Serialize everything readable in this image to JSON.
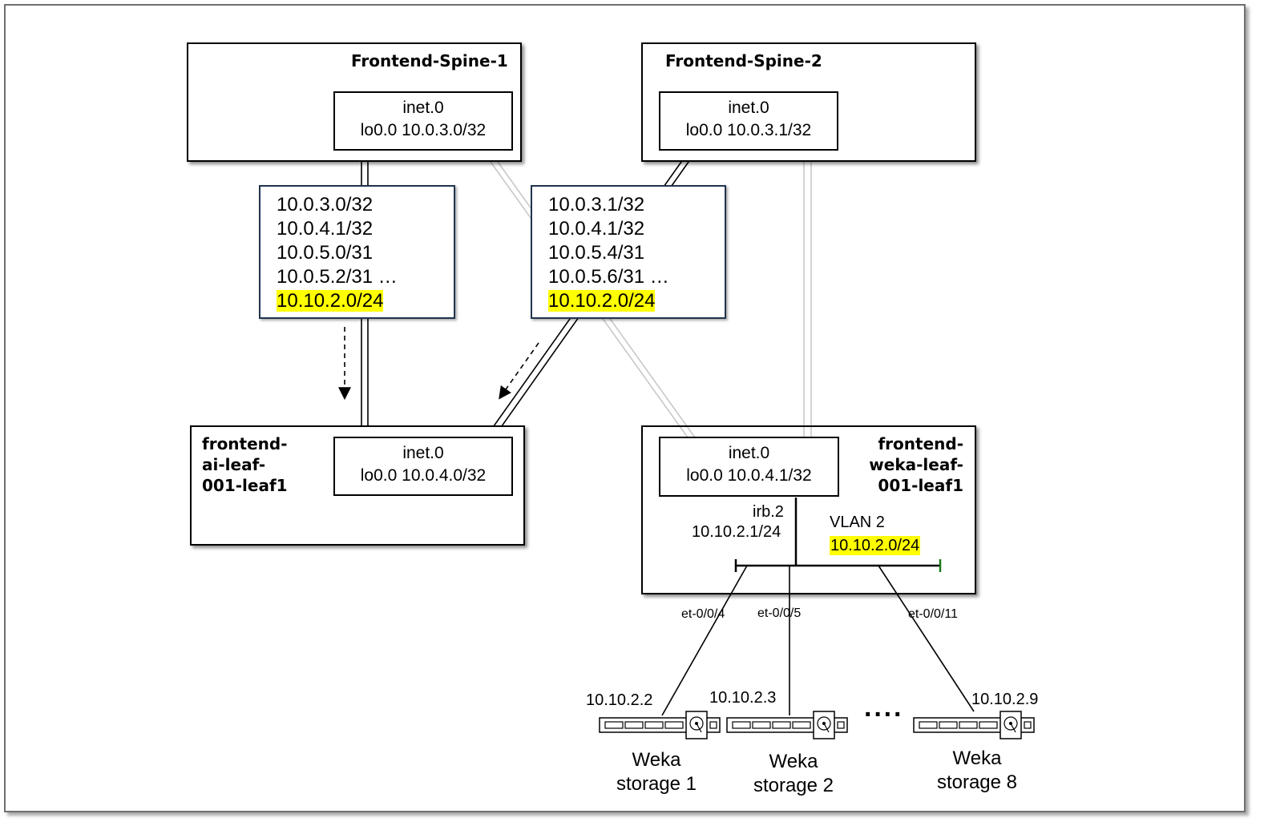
{
  "spines": [
    {
      "name": "Frontend-Spine-1",
      "rib": "inet.0",
      "loopback": "lo0.0 10.0.3.0/32"
    },
    {
      "name": "Frontend-Spine-2",
      "rib": "inet.0",
      "loopback": "lo0.0 10.0.3.1/32"
    }
  ],
  "route_tables": [
    {
      "routes": [
        "10.0.3.0/32",
        "10.0.4.1/32",
        "10.0.5.0/31",
        "10.0.5.2/31 …"
      ],
      "highlight": "10.10.2.0/24"
    },
    {
      "routes": [
        "10.0.3.1/32",
        "10.0.4.1/32",
        "10.0.5.4/31",
        "10.0.5.6/31 …"
      ],
      "highlight": "10.10.2.0/24"
    }
  ],
  "leaves": [
    {
      "name_lines": [
        "frontend-",
        "ai-leaf-",
        "001-leaf1"
      ],
      "rib": "inet.0",
      "loopback": "lo0.0 10.0.4.0/32"
    },
    {
      "name_lines": [
        "frontend-",
        "weka-leaf-",
        "001-leaf1"
      ],
      "rib": "inet.0",
      "loopback": "lo0.0 10.0.4.1/32"
    }
  ],
  "irb": {
    "name": "irb.2",
    "address": "10.10.2.1/24"
  },
  "vlan": {
    "name": "VLAN 2",
    "subnet": "10.10.2.0/24"
  },
  "ports": [
    "et-0/0/4",
    "et-0/0/5",
    "et-0/0/11"
  ],
  "hosts": [
    {
      "ip": "10.10.2.2",
      "name": "Weka storage 1",
      "name_lines": [
        "Weka",
        "storage 1"
      ]
    },
    {
      "ip": "10.10.2.3",
      "name": "Weka storage 2",
      "name_lines": [
        "Weka",
        "storage 2"
      ]
    },
    {
      "ip": "10.10.2.9",
      "name": "Weka storage 8",
      "name_lines": [
        "Weka",
        "storage 8"
      ]
    }
  ],
  "ellipsis": "····",
  "colors": {
    "highlight": "#ffff00",
    "route_box_border": "#1f3550",
    "inactive_link": "#c8c8c8",
    "vlan_end": "#1a7a1a"
  }
}
